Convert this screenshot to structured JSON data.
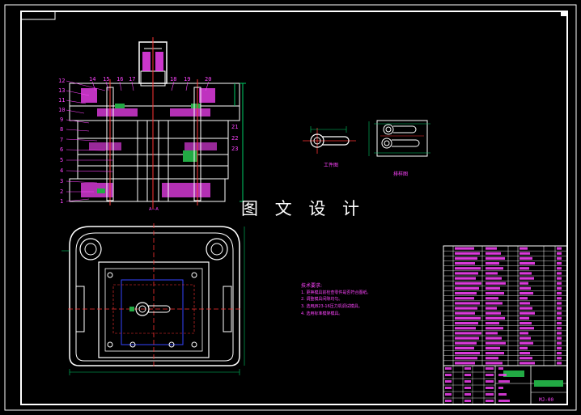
{
  "drawing": {
    "watermark_title": "图 文 设 计",
    "view_labels": {
      "section": "A—A",
      "workpiece": "工件图",
      "layout": "排样图"
    },
    "part_numbers_left": [
      "12",
      "13",
      "11",
      "10",
      "9",
      "8",
      "7",
      "6",
      "5",
      "4",
      "3",
      "2",
      "1"
    ],
    "part_numbers_top": [
      "14",
      "15",
      "16",
      "17",
      "18",
      "19",
      "20"
    ],
    "part_numbers_right": [
      "21",
      "22",
      "23"
    ],
    "tech_requirements": {
      "heading": "技术要求:",
      "lines": [
        "1. 更换模具前检查零件是否符合图纸。",
        "2. 调整模具间隙均匀。",
        "3. 选用JB23-16压力机调试模具。",
        "4. 选用标准模架模具。"
      ]
    },
    "drawing_number": "MJ-00"
  },
  "colors": {
    "background": "#000000",
    "outline": "#ffffff",
    "section_line": "#ff3333",
    "dimension": "#00cc66",
    "hatch": "#ff44ff",
    "center": "#ff3333",
    "highlight": "#22aa44",
    "bolt_blue": "#3344ff"
  }
}
